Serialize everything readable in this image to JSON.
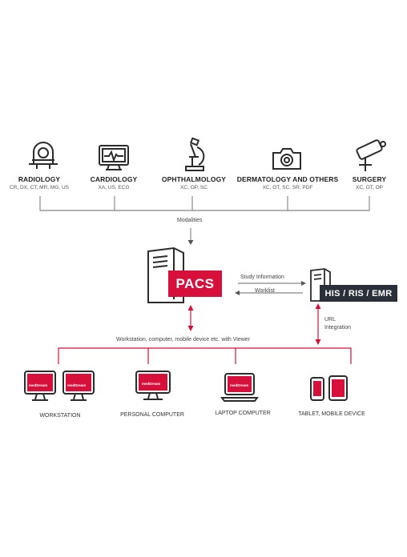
{
  "modalities": [
    {
      "title": "RADIOLOGY",
      "sub": "CR, DX, CT, MR, MG, US",
      "icon": "ct-scanner-icon"
    },
    {
      "title": "CARDIOLOGY",
      "sub": "XA, US, ECG",
      "icon": "ecg-monitor-icon"
    },
    {
      "title": "OPHTHALMOLOGY",
      "sub": "XC, OP, SC",
      "icon": "microscope-icon"
    },
    {
      "title": "DERMATOLOGY AND OTHERS",
      "sub": "XC, OT, SC, SR, PDF",
      "icon": "camera-icon"
    },
    {
      "title": "SURGERY",
      "sub": "XC, OT, OP",
      "icon": "surgical-camera-icon"
    }
  ],
  "flow": {
    "modalities_label": "Modalities",
    "study_information_label": "Study Information",
    "worklist_label": "Worklist",
    "url_label": "URL",
    "integration_label": "Integration",
    "viewer_label": "Workstation, computer, mobile device etc. with Viewer"
  },
  "pacs": {
    "label": "PACS"
  },
  "his": {
    "label": "HIS / RIS / EMR"
  },
  "screen_brand": "medDream",
  "devices": [
    {
      "label": "WORKSTATION"
    },
    {
      "label": "PERSONAL COMPUTER"
    },
    {
      "label": "LAPTOP COMPUTER"
    },
    {
      "label": "TABLET, MOBILE DEVICE"
    }
  ],
  "colors": {
    "accent": "#d6103a",
    "dark": "#2a2f3a",
    "line": "#666666"
  }
}
